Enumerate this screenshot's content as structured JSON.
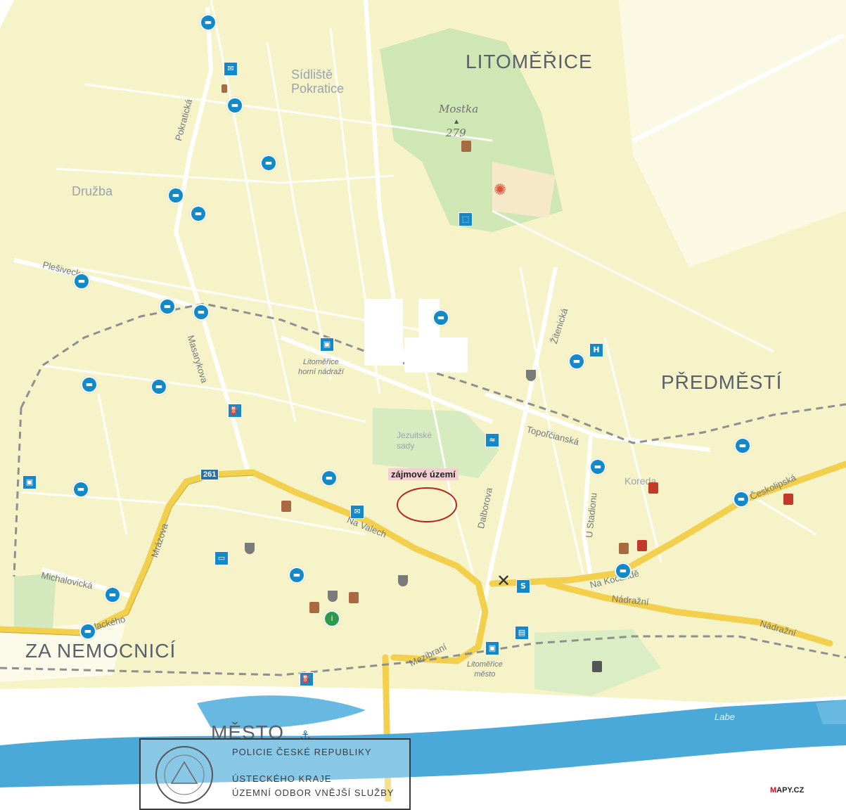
{
  "map": {
    "districts": {
      "litomerice": "LITOMĚŘICE",
      "predmesti": "PŘEDMĚSTÍ",
      "za_nemocnici": "ZA NEMOCNICÍ",
      "mesto": "MĚSTO"
    },
    "quarters": {
      "sidliste_pokratice": "Sídliště\nPokratice",
      "druzba": "Družba",
      "jezuitske_sady": "Jezuitské\nsady",
      "koreda": "Koreda"
    },
    "peak": {
      "name": "Mostka",
      "elevation": "279"
    },
    "streets": {
      "pokraticka": "Pokratická",
      "plesivecka": "Plešivecka",
      "masarykova": "Masarykova",
      "na_valech": "Na Valech",
      "mrazova": "Mrázova",
      "michalovicka": "Michalovická",
      "palackeho": "Palackého",
      "dalimilova": "Dalborova",
      "topolcianska": "Topoľčianská",
      "zitenicka": "Žitenická",
      "u_stadionu": "U Stadionu",
      "ceskolipska": "Českolipská",
      "na_kocandach": "Na Kocandě",
      "nadrazni_1": "Nádražní",
      "nadrazni_2": "Nádražní",
      "mezibrani": "Mezibraní",
      "labe": "Labe"
    },
    "stations": {
      "horni_nadrazi": "Litoměřice\nhorní nádraží",
      "mesto": "Litoměřice\nměsto"
    },
    "road_number": "261",
    "interest_area_label": "zájmové území",
    "stamp": {
      "line1": "POLICIE ČESKÉ REPUBLIKY",
      "line2": "ÚSTECKÉHO KRAJE",
      "line3": "ÚZEMNÍ ODBOR VNĚJŠÍ SLUŽBY"
    },
    "brand": {
      "prefix": "M",
      "rest": "APY.CZ"
    },
    "colors": {
      "base": "#f7f3c9",
      "park": "#cfe6b5",
      "river": "#4aa9d9",
      "main_road": "#f2d04d",
      "railway": "#8f8f8f",
      "poi_blue": "#1489c8",
      "interest_circle": "#b3261e"
    }
  }
}
